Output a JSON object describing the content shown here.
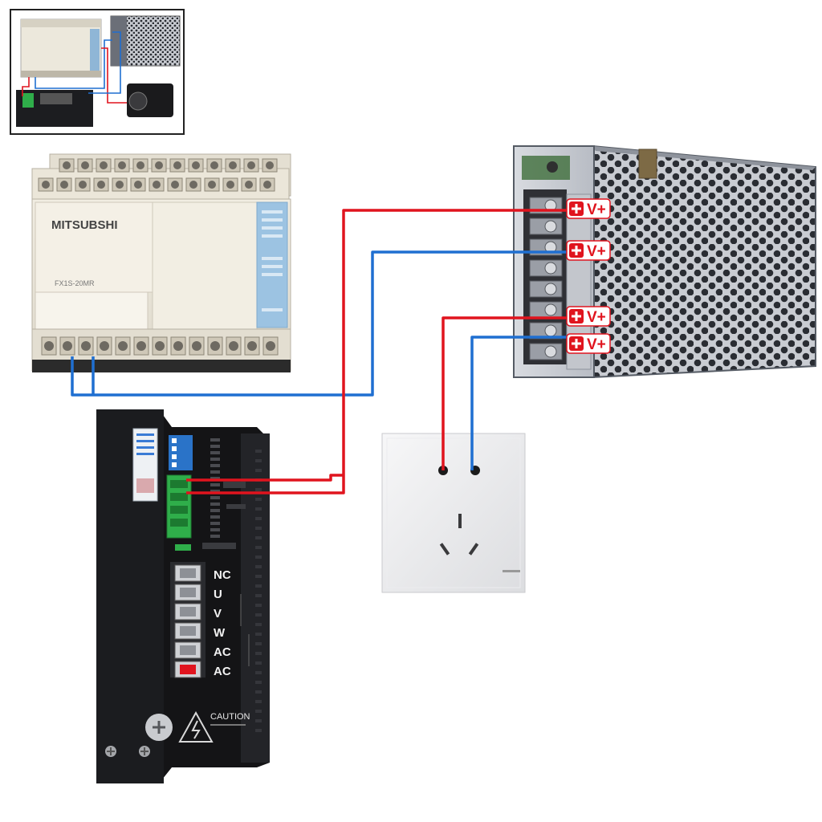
{
  "plc": {
    "brand": "MITSUBSHI",
    "model_text": "FX1S-20MR"
  },
  "power_supply": {
    "terminal_labels": [
      "V+",
      "V+",
      "V+",
      "V+"
    ]
  },
  "driver": {
    "terminals": [
      "NC",
      "U",
      "V",
      "W",
      "AC",
      "AC"
    ],
    "caution": "CAUTION"
  },
  "colors": {
    "wire_red": "#e0141e",
    "wire_blue": "#1f6fd1",
    "tag_red": "#e0141e"
  }
}
